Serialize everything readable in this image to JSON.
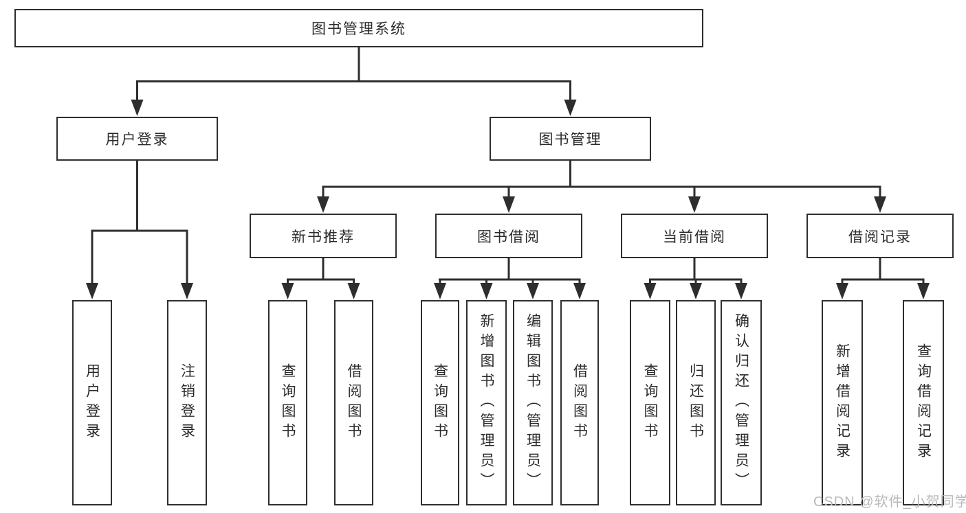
{
  "tree": {
    "label": "图书管理系统",
    "children": [
      {
        "label": "用户登录",
        "children": [
          {
            "label": "用户登录"
          },
          {
            "label": "注销登录"
          }
        ]
      },
      {
        "label": "图书管理",
        "children": [
          {
            "label": "新书推荐",
            "children": [
              {
                "label": "查询图书"
              },
              {
                "label": "借阅图书"
              }
            ]
          },
          {
            "label": "图书借阅",
            "children": [
              {
                "label": "查询图书"
              },
              {
                "label": "新增图书（管理员）"
              },
              {
                "label": "编辑图书（管理员）"
              },
              {
                "label": "借阅图书"
              }
            ]
          },
          {
            "label": "当前借阅",
            "children": [
              {
                "label": "查询图书"
              },
              {
                "label": "归还图书"
              },
              {
                "label": "确认归还（管理员）"
              }
            ]
          },
          {
            "label": "借阅记录",
            "children": [
              {
                "label": "新增借阅记录"
              },
              {
                "label": "查询借阅记录"
              }
            ]
          }
        ]
      }
    ]
  },
  "watermark": {
    "text": "CSDN @软件_小贺同学"
  },
  "colors": {
    "line": "#2e2e2e",
    "text": "#2b2b2b",
    "background": "#ffffff",
    "watermark": "#b9b9b9"
  }
}
